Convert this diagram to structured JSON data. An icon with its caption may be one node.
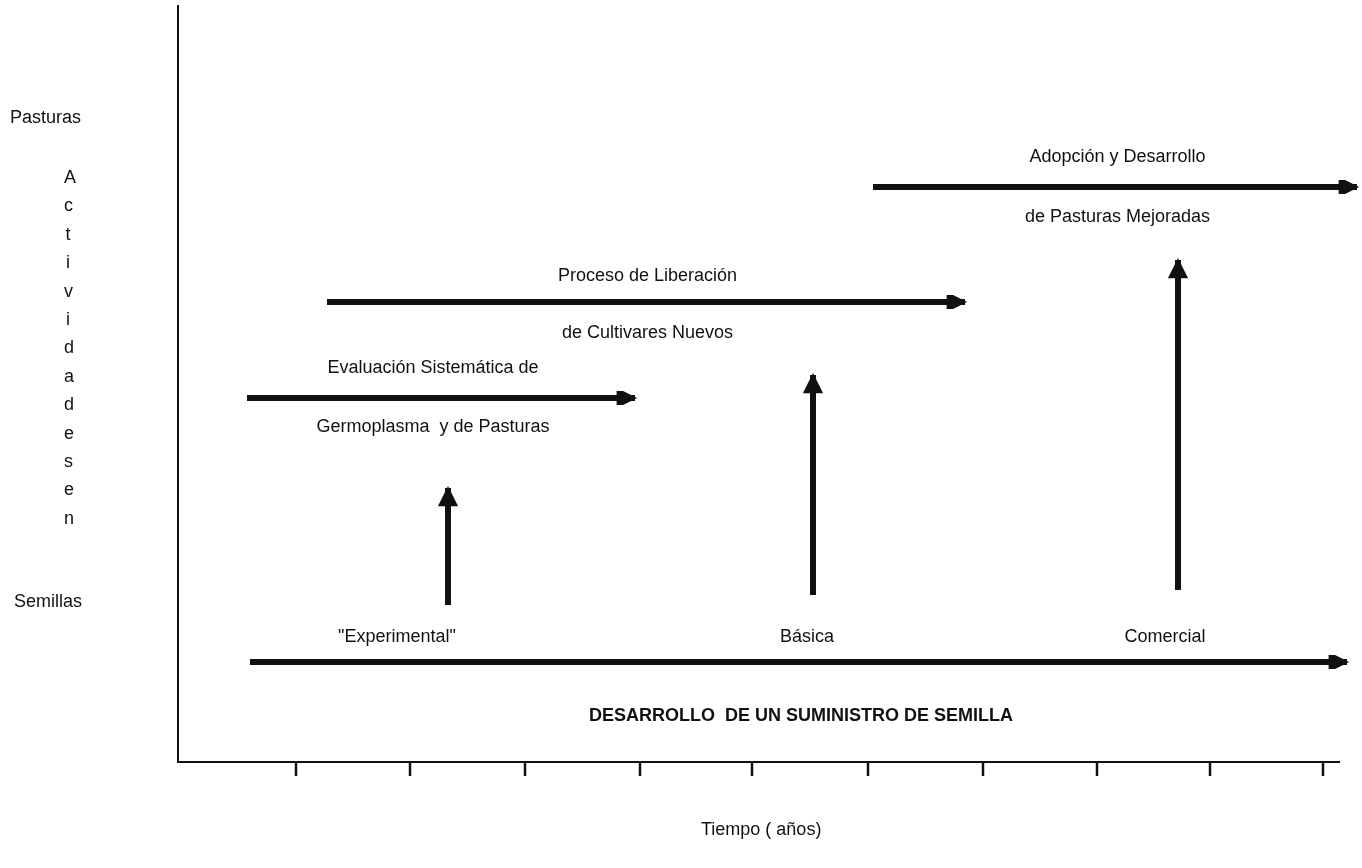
{
  "diagram": {
    "nodes": [
      {
        "text": [
          "Adopción y Desarrollo",
          "de Pasturas Mejoradas"
        ]
      },
      {
        "text": [
          "Proceso de Liberación",
          "de Cultivares Nuevos"
        ]
      },
      {
        "text": [
          "Evaluación Sistemática de",
          "Germoplasma  y de Pasturas"
        ]
      },
      {
        "text": [
          "\"Experimental\""
        ]
      },
      {
        "text": [
          "Básica"
        ]
      },
      {
        "text": [
          "Comercial"
        ]
      },
      {
        "text": [
          "DESARROLLO  DE UN SUMINISTRO DE SEMILLA"
        ]
      }
    ],
    "edges": [
      {
        "from": 3,
        "to": 2,
        "arrow": "to"
      },
      {
        "from": 4,
        "to": 1,
        "arrow": "to"
      },
      {
        "from": 5,
        "to": 0,
        "arrow": "to"
      }
    ],
    "labels": [
      "Pasturas",
      "Actividades en",
      "Semillas",
      "Tiempo ( años)"
    ]
  }
}
